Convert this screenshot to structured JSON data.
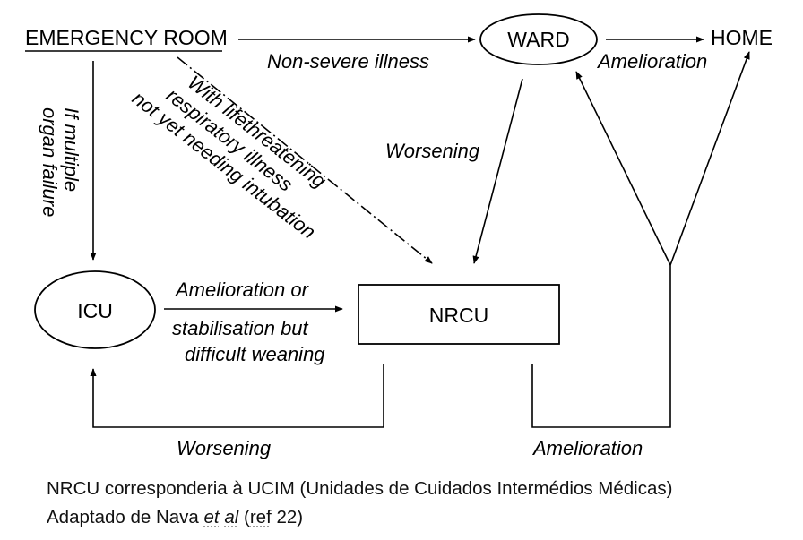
{
  "nodes": {
    "emergency_room": "EMERGENCY ROOM",
    "ward": "WARD",
    "home": "HOME",
    "icu": "ICU",
    "nrcu": "NRCU"
  },
  "edges": {
    "er_to_ward": "Non-severe illness",
    "ward_to_home": "Amelioration",
    "ward_to_nrcu": "Worsening",
    "er_to_icu": [
      "If multiple",
      "organ failure"
    ],
    "er_to_nrcu": [
      "With lifethreatening",
      "respiratory illness",
      "not yet needing intubation"
    ],
    "icu_to_nrcu": [
      "Amelioration or",
      "stabilisation but",
      "difficult weaning"
    ],
    "nrcu_to_icu": "Worsening",
    "nrcu_to_ward_home": "Amelioration"
  },
  "caption": {
    "line1": "NRCU corresponderia à UCIM (Unidades de Cuidados Intermédios Médicas)",
    "line2_prefix": "Adaptado de Nava ",
    "line2_et": "et",
    "line2_space": " ",
    "line2_al": "al",
    "line2_open": " (",
    "line2_ref": "ref",
    "line2_close": " 22)"
  }
}
